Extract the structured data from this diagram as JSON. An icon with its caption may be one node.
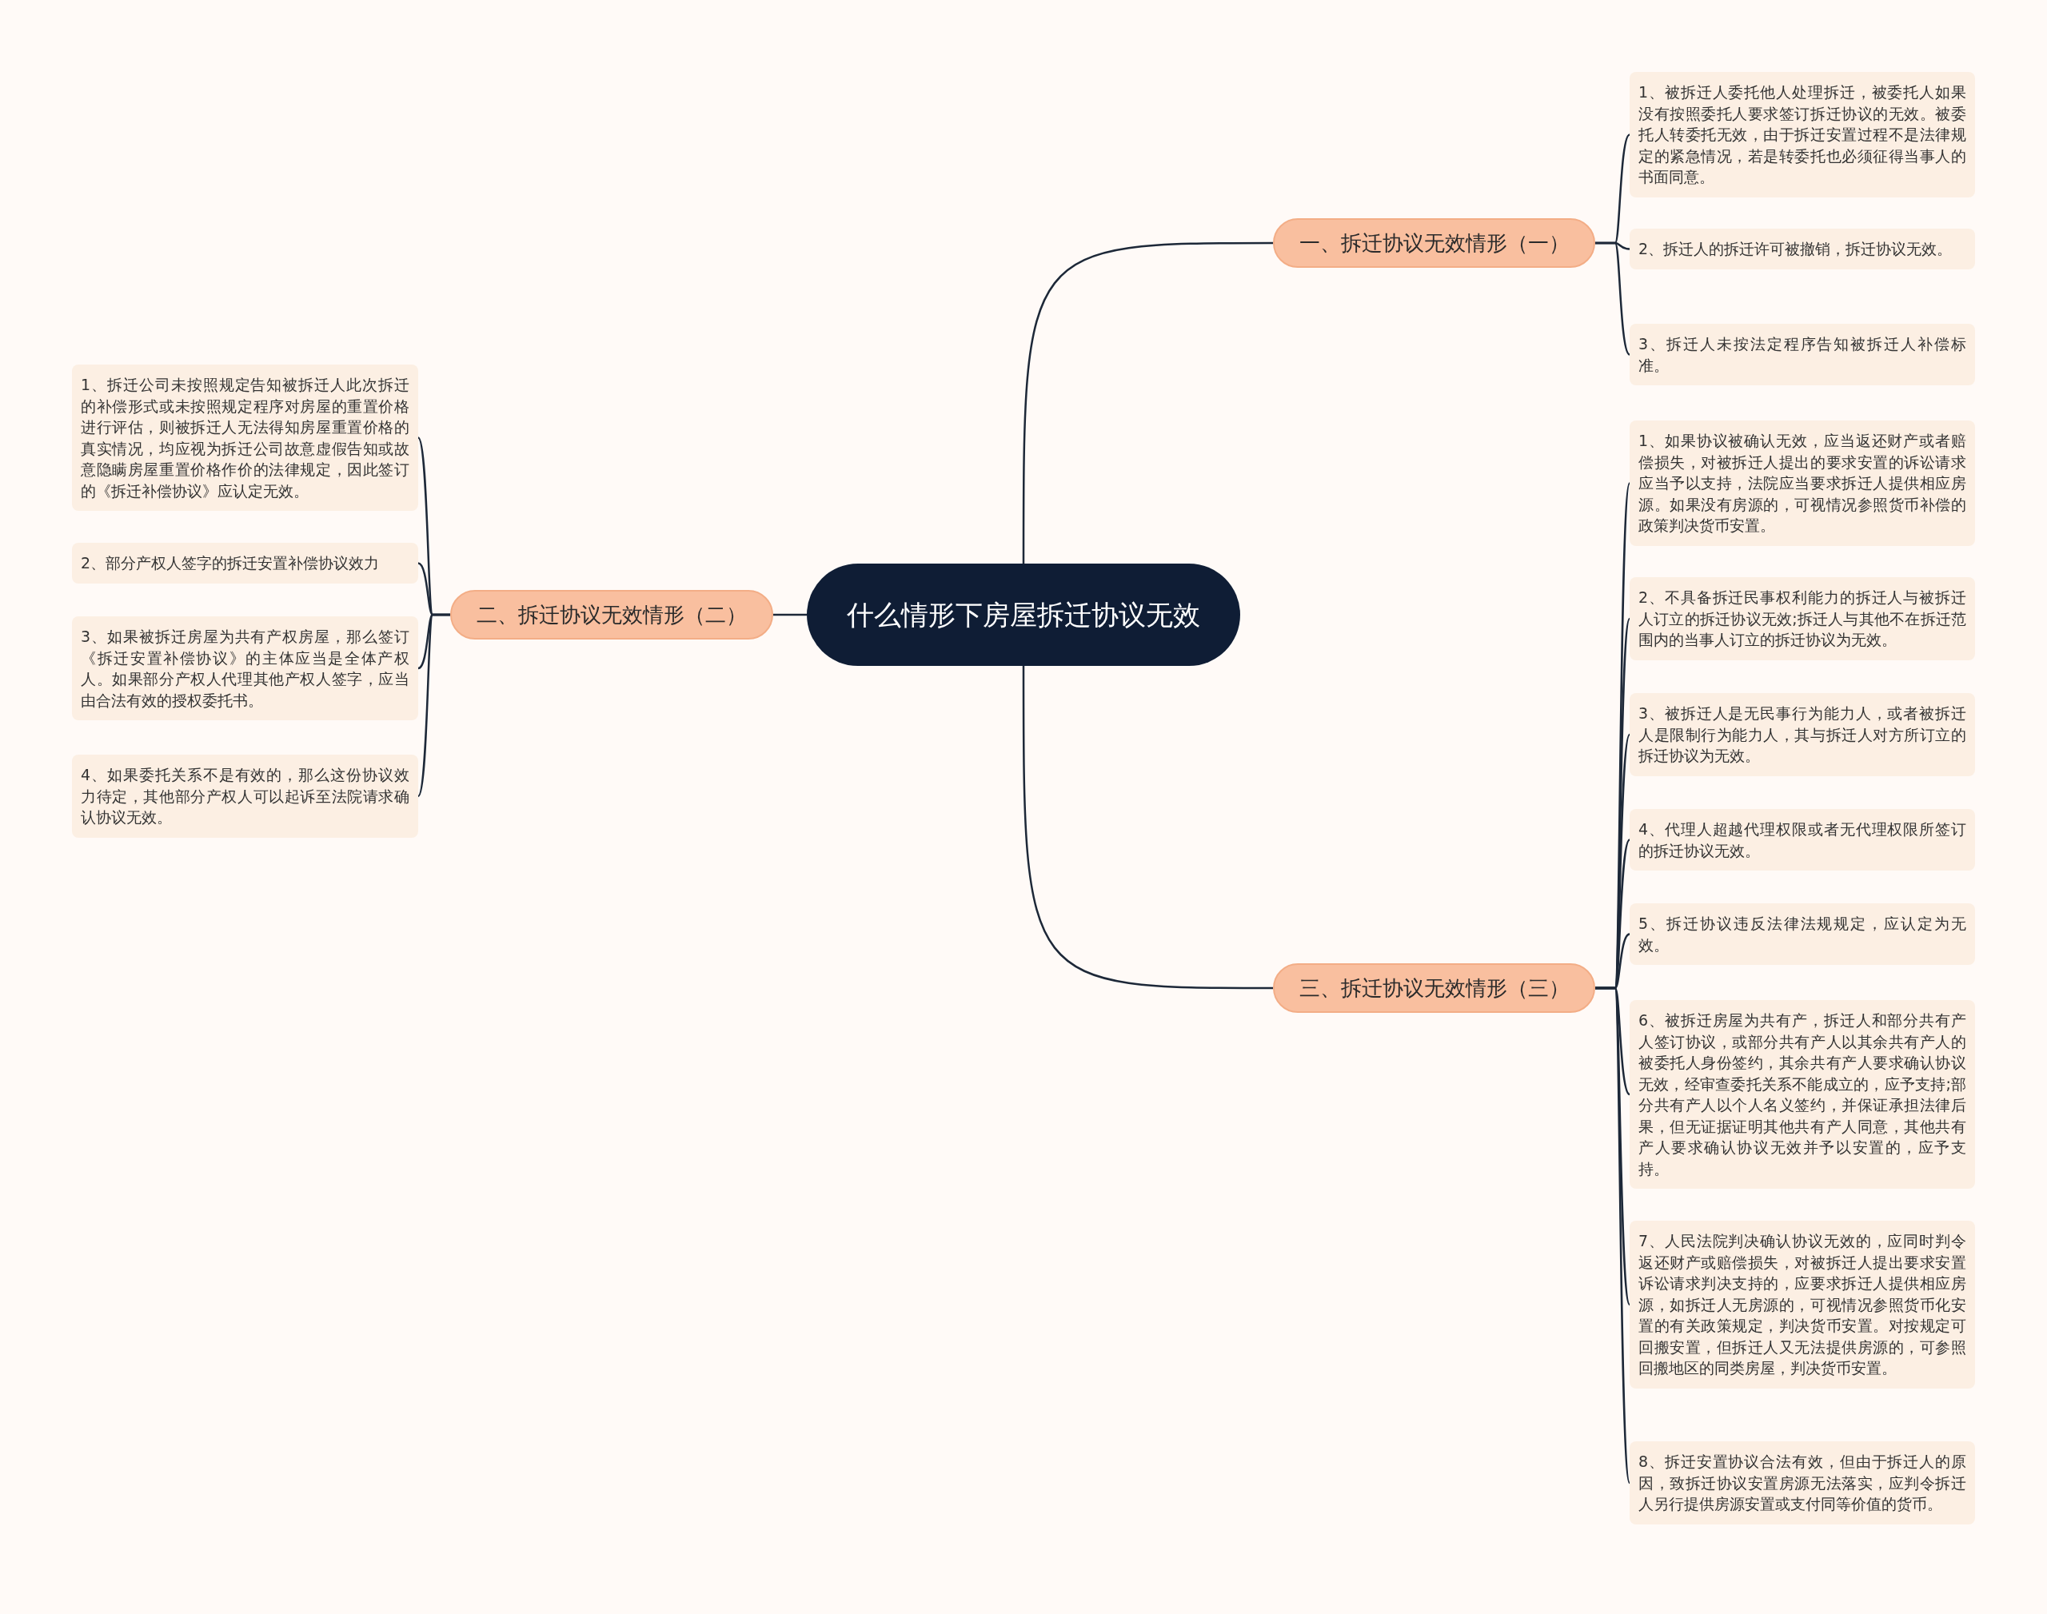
{
  "diagram": {
    "nodes": [
      {
        "text": [
          "什么情形下房屋拆迁协议无效"
        ]
      },
      {
        "text": [
          "一、拆迁协议无效情形（一）"
        ]
      },
      {
        "text": [
          "1、被拆迁人委托他人处理拆迁，被委托人如果没有按照委托人要求签订拆迁协议的无效。被委托人转委托无效，由于拆迁安置过程不是法律规定的紧急情况，若是转委托也必须征得当事人的书面同意。"
        ]
      },
      {
        "text": [
          "2、拆迁人的拆迁许可被撤销，拆迁协议无效。"
        ]
      },
      {
        "text": [
          "3、拆迁人未按法定程序告知被拆迁人补偿标准。"
        ]
      },
      {
        "text": [
          "二、拆迁协议无效情形（二）"
        ]
      },
      {
        "text": [
          "1、拆迁公司未按照规定告知被拆迁人此次拆迁的补偿形式或未按照规定程序对房屋的重置价格进行评估，则被拆迁人无法得知房屋重置价格的真实情况，均应视为拆迁公司故意虚假告知或故意隐瞒房屋重置价格作价的法律规定，因此签订的《拆迁补偿协议》应认定无效。"
        ]
      },
      {
        "text": [
          "2、部分产权人签字的拆迁安置补偿协议效力"
        ]
      },
      {
        "text": [
          "3、如果被拆迁房屋为共有产权房屋，那么签订《拆迁安置补偿协议》的主体应当是全体产权人。如果部分产权人代理其他产权人签字，应当由合法有效的授权委托书。"
        ]
      },
      {
        "text": [
          "4、如果委托关系不是有效的，那么这份协议效力待定，其他部分产权人可以起诉至法院请求确认协议无效。"
        ]
      },
      {
        "text": [
          "三、拆迁协议无效情形（三）"
        ]
      },
      {
        "text": [
          "1、如果协议被确认无效，应当返还财产或者赔偿损失，对被拆迁人提出的要求安置的诉讼请求应当予以支持，法院应当要求拆迁人提供相应房源。如果没有房源的，可视情况参照货币补偿的政策判决货币安置。"
        ]
      },
      {
        "text": [
          "2、不具备拆迁民事权利能力的拆迁人与被拆迁人订立的拆迁协议无效;拆迁人与其他不在拆迁范围内的当事人订立的拆迁协议为无效。"
        ]
      },
      {
        "text": [
          "3、被拆迁人是无民事行为能力人，或者被拆迁人是限制行为能力人，其与拆迁人对方所订立的拆迁协议为无效。"
        ]
      },
      {
        "text": [
          "4、代理人超越代理权限或者无代理权限所签订的拆迁协议无效。"
        ]
      },
      {
        "text": [
          "5、拆迁协议违反法律法规规定，应认定为无效。"
        ]
      },
      {
        "text": [
          "6、被拆迁房屋为共有产，拆迁人和部分共有产人签订协议，或部分共有产人以其余共有产人的被委托人身份签约，其余共有产人要求确认协议无效，经审查委托关系不能成立的，应予支持;部分共有产人以个人名义签约，并保证承担法律后果，但无证据证明其他共有产人同意，其他共有产人要求确认协议无效并予以安置的，应予支持。"
        ]
      },
      {
        "text": [
          "7、人民法院判决确认协议无效的，应同时判令返还财产或赔偿损失，对被拆迁人提出要求安置诉讼请求判决支持的，应要求拆迁人提供相应房源，如拆迁人无房源的，可视情况参照货币化安置的有关政策规定，判决货币安置。对按规定可回搬安置，但拆迁人又无法提供房源的，可参照回搬地区的同类房屋，判决货币安置。"
        ]
      },
      {
        "text": [
          "8、拆迁安置协议合法有效，但由于拆迁人的原因，致拆迁协议安置房源无法落实，应判令拆迁人另行提供房源安置或支付同等价值的货币。"
        ]
      }
    ],
    "edges": [
      {
        "from": 0,
        "to": 1,
        "arrow": "none"
      },
      {
        "from": 1,
        "to": 2,
        "arrow": "none"
      },
      {
        "from": 1,
        "to": 3,
        "arrow": "none"
      },
      {
        "from": 1,
        "to": 4,
        "arrow": "none"
      },
      {
        "from": 0,
        "to": 5,
        "arrow": "none"
      },
      {
        "from": 5,
        "to": 6,
        "arrow": "none"
      },
      {
        "from": 5,
        "to": 7,
        "arrow": "none"
      },
      {
        "from": 5,
        "to": 8,
        "arrow": "none"
      },
      {
        "from": 5,
        "to": 9,
        "arrow": "none"
      },
      {
        "from": 0,
        "to": 10,
        "arrow": "none"
      },
      {
        "from": 10,
        "to": 11,
        "arrow": "none"
      },
      {
        "from": 10,
        "to": 12,
        "arrow": "none"
      },
      {
        "from": 10,
        "to": 13,
        "arrow": "none"
      },
      {
        "from": 10,
        "to": 14,
        "arrow": "none"
      },
      {
        "from": 10,
        "to": 15,
        "arrow": "none"
      },
      {
        "from": 10,
        "to": 16,
        "arrow": "none"
      },
      {
        "from": 10,
        "to": 17,
        "arrow": "none"
      },
      {
        "from": 10,
        "to": 18,
        "arrow": "none"
      }
    ]
  }
}
